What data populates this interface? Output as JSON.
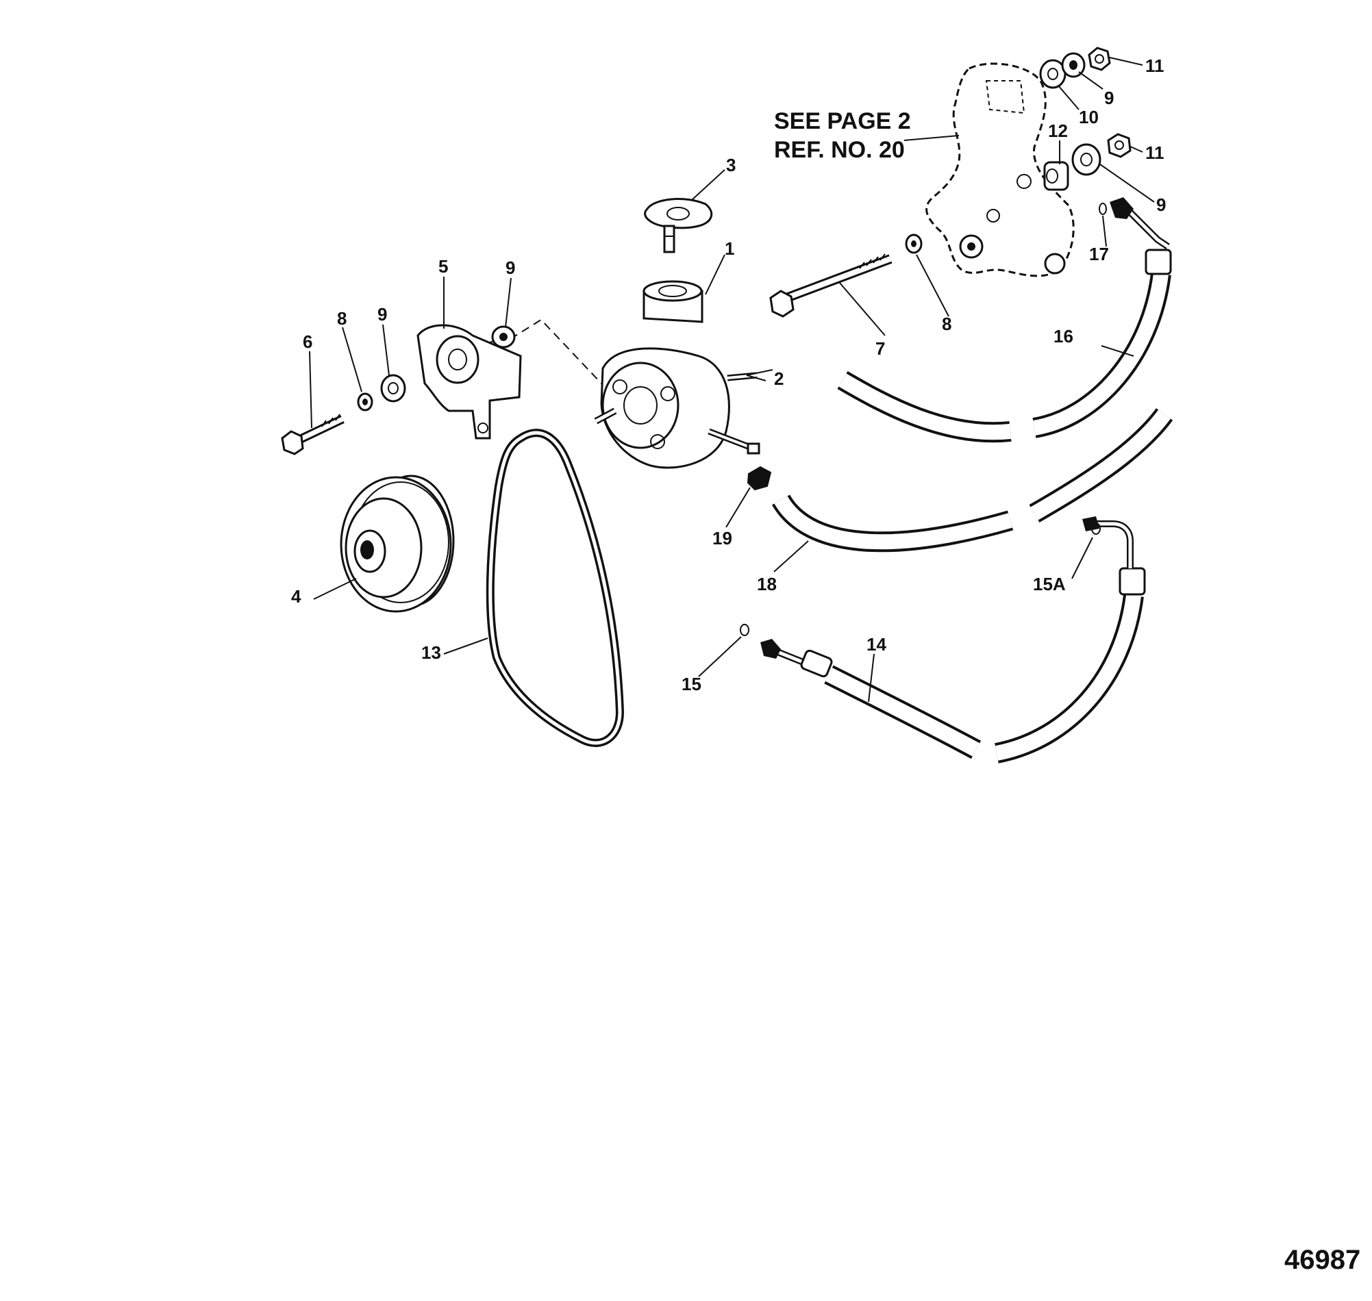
{
  "callouts": {
    "c1": "1",
    "c2": "2",
    "c3": "3",
    "c4": "4",
    "c5": "5",
    "c6": "6",
    "c7": "7",
    "c8a": "8",
    "c8b": "8",
    "c9a": "9",
    "c9b": "9",
    "c9c": "9",
    "c9d": "9",
    "c10": "10",
    "c11a": "11",
    "c11b": "11",
    "c12": "12",
    "c13": "13",
    "c14": "14",
    "c15": "15",
    "c15a": "15A",
    "c16": "16",
    "c17": "17",
    "c18": "18",
    "c19": "19"
  },
  "reference_note": {
    "line1": "SEE PAGE 2",
    "line2": "REF. NO. 20"
  },
  "figure_number": "46987"
}
